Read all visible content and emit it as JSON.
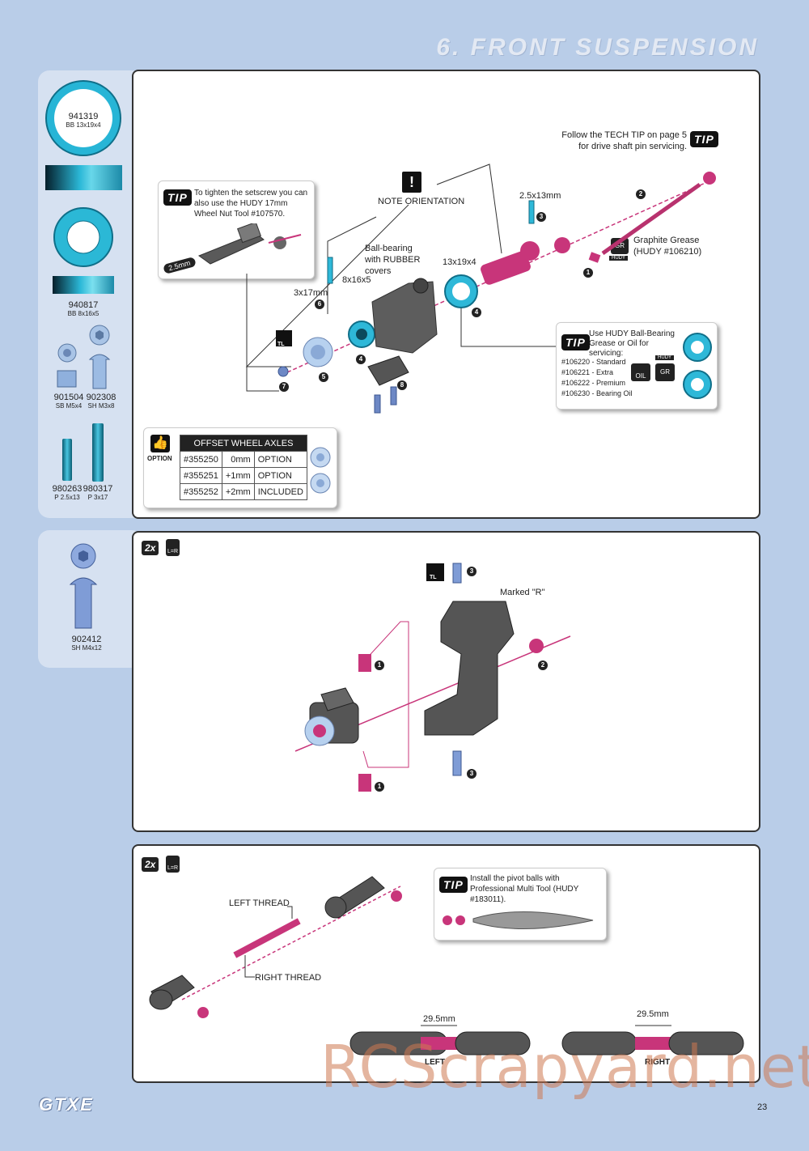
{
  "header": {
    "title": "6. FRONT SUSPENSION"
  },
  "sidebar1": {
    "parts": [
      {
        "code": "941319",
        "desc": "BB 13x19x4"
      },
      {
        "code": "940817",
        "desc": "BB 8x16x5"
      },
      {
        "code": "901504",
        "desc": "SB M5x4"
      },
      {
        "code": "902308",
        "desc": "SH M3x8"
      },
      {
        "code": "980263",
        "desc": "P 2.5x13"
      },
      {
        "code": "980317",
        "desc": "P 3x17"
      }
    ]
  },
  "sidebar2": {
    "parts": [
      {
        "code": "902412",
        "desc": "SH M4x12"
      }
    ]
  },
  "step1": {
    "tip_setscrew": {
      "badge": "TIP",
      "text": "To tighten the setscrew you can also use the HUDY 17mm Wheel Nut Tool #107570.",
      "tool_label": "2.5mm"
    },
    "note": "NOTE ORIENTATION",
    "tip_techtip": "Follow the TECH TIP on page 5 for drive shaft pin servicing.",
    "tip_badge": "TIP",
    "labels": {
      "pin1": "2.5x13mm",
      "bb_rubber": "Ball-bearing with RUBBER covers",
      "bb2": "13x19x4",
      "bb1": "8x16x5",
      "pin2": "3x17mm",
      "grease": "Graphite Grease (HUDY #106210)",
      "gr": "GR",
      "hudy": "HUDY",
      "tl": "TL"
    },
    "numbers": [
      "1",
      "2",
      "3",
      "4",
      "4",
      "5",
      "6",
      "7",
      "8"
    ],
    "tip_oil": {
      "badge": "TIP",
      "heading": "Use HUDY Ball-Bearing Grease or Oil for servicing:",
      "items": [
        "#106220 - Standard",
        "#106221 - Extra",
        "#106222 - Premium",
        "#106230 - Bearing Oil"
      ],
      "oil": "OIL",
      "gr": "GR",
      "hudy": "HUDY"
    },
    "option": {
      "label": "OPTION",
      "table_title": "OFFSET WHEEL AXLES",
      "rows": [
        [
          "#355250",
          "0mm",
          "OPTION"
        ],
        [
          "#355251",
          "+1mm",
          "OPTION"
        ],
        [
          "#355252",
          "+2mm",
          "INCLUDED"
        ]
      ]
    }
  },
  "step2": {
    "qty": "2x",
    "lr": "L=R",
    "tl": "TL",
    "marked": "Marked \"R\"",
    "numbers": [
      "3",
      "1",
      "2",
      "1",
      "3"
    ]
  },
  "step3": {
    "qty": "2x",
    "lr": "L=R",
    "left_thread": "LEFT THREAD",
    "right_thread": "RIGHT THREAD",
    "tip_badge": "TIP",
    "tip_text": "Install the pivot balls with Professional Multi Tool (HUDY #183011).",
    "dim_left": "29.5mm",
    "dim_right": "29.5mm",
    "left": "LEFT",
    "right": "RIGHT"
  },
  "footer": {
    "logo": "GTXE",
    "page": "23",
    "watermark": "RCScrapyard.net"
  },
  "colors": {
    "background": "#b9cde8",
    "sidebar": "#d6e1f1",
    "bearing": "#2eb8d8",
    "pink": "#c8357a"
  }
}
